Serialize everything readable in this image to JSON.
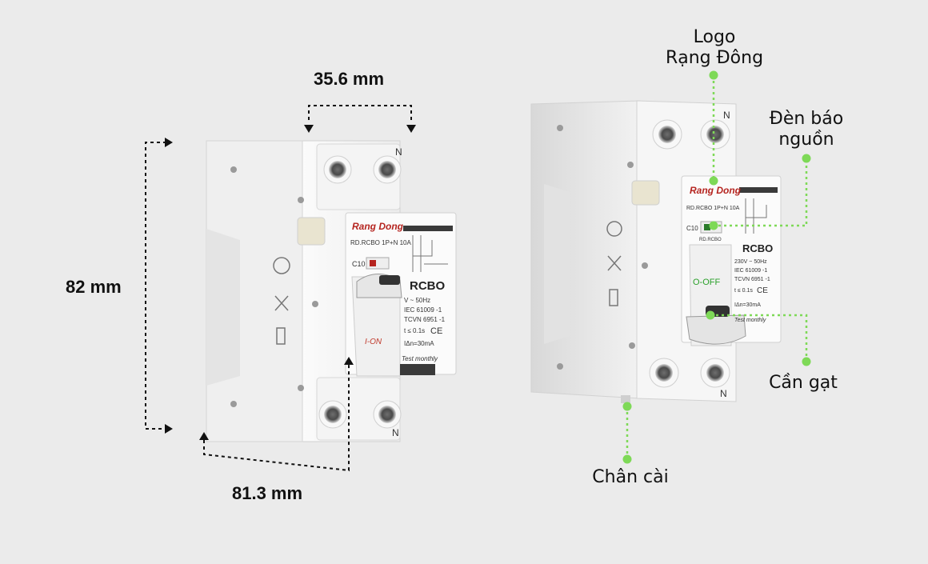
{
  "dimensions": {
    "width": "35.6 mm",
    "height": "82 mm",
    "depth": "81.3 mm"
  },
  "callouts": {
    "logo_line1": "Logo",
    "logo_line2": "Rạng Đông",
    "lamp_line1": "Đèn báo",
    "lamp_line2": "nguồn",
    "lever": "Cần gạt",
    "clip": "Chân cài"
  },
  "device_front": {
    "brand": "Rang Dong",
    "model": "RD.RCBO 1P+N 10A",
    "rating": "C10",
    "type": "RCBO",
    "voltage": "V ~ 50Hz",
    "std1": "IEC 61009 -1",
    "std2": "TCVN 6951 -1",
    "trip_time": "t ≤ 0.1s",
    "residual": "IΔn=30mA",
    "test": "Test monthly",
    "terminal_n": "N",
    "lever_state": "I-ON",
    "ce": "CE"
  },
  "device_angled": {
    "brand": "Rang Dong",
    "model": "RD.RCBO 1P+N 10A",
    "rating": "C10",
    "sub_label": "RD.RCBO",
    "type": "RCBO",
    "voltage": "230V ~ 50Hz",
    "std1": "IEC 61009 -1",
    "std2": "TCVN 6951 -1",
    "trip_time": "t ≤ 0.1s",
    "residual": "IΔn=30mA",
    "test": "Test monthly",
    "terminal_n": "N",
    "lever_state": "O-OFF",
    "ce": "CE"
  },
  "colors": {
    "background": "#ebebeb",
    "body": "#f7f7f7",
    "callout_green": "#7ed957",
    "brand_red": "#b5241f",
    "dark": "#222222"
  }
}
